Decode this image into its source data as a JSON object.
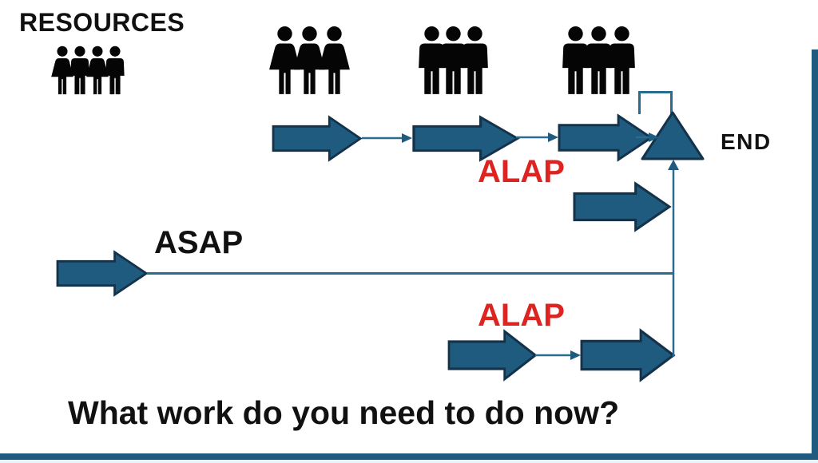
{
  "slide": {
    "resources_label": "RESOURCES",
    "asap_label": "ASAP",
    "alap_top_label": "ALAP",
    "alap_bottom_label": "ALAP",
    "end_label": "END",
    "question": "What work do you need to do now?"
  },
  "groups": {
    "resources_pool": [
      "woman",
      "man",
      "woman",
      "man"
    ],
    "team_task1": [
      "woman",
      "woman",
      "woman"
    ],
    "team_task2": [
      "man",
      "man",
      "man"
    ],
    "team_task3": [
      "man",
      "man",
      "man"
    ]
  },
  "icons": [
    "person-woman-icon",
    "person-man-icon",
    "task-arrow-icon",
    "milestone-triangle-icon",
    "feedback-loop-icon",
    "up-arrow-connector-icon",
    "right-arrow-connector-icon"
  ],
  "colors": {
    "shape_fill": "#1F5B7E",
    "shape_stroke": "#14324A",
    "connector_line": "#2A6B8E",
    "alap_red": "#DE2420",
    "text_black": "#111111",
    "border_bar": "#1F5B7E",
    "bottom_strip": "#E9F3FA",
    "background": "#FFFFFF"
  }
}
